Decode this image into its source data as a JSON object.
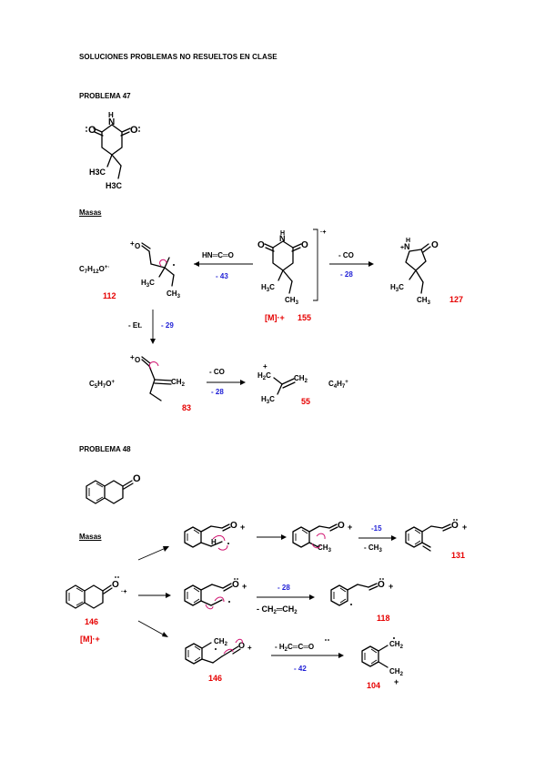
{
  "page": {
    "title": "SOLUCIONES PROBLEMAS NO RESUELTOS EN CLASE"
  },
  "problem47": {
    "title": "PROBLEMA 47",
    "masas_label": "Masas",
    "start": {
      "atom_n": "N",
      "atom_h": "H",
      "o_left": "O",
      "o_right": "O",
      "me1": "H3C",
      "me2": "H3C"
    },
    "molecular_ion": {
      "label": "[M]·+",
      "mass": "155",
      "bracket_charge": "·+"
    },
    "loss_hnco": {
      "reagent": "HN═C═O",
      "delta": "- 43"
    },
    "loss_co_1": {
      "label": "- CO",
      "delta": "- 28"
    },
    "frag_112": {
      "formula": "C7H12O+·",
      "mass": "112"
    },
    "frag_127": {
      "mass": "127"
    },
    "loss_et": {
      "label": "- Et.",
      "delta": "- 29"
    },
    "frag_83": {
      "formula": "C5H7O+",
      "mass": "83"
    },
    "loss_co_2": {
      "label": "- CO",
      "delta": "- 28"
    },
    "frag_55": {
      "formula": "C4H7+",
      "mass": "55"
    }
  },
  "problem48": {
    "title": "PROBLEMA 48",
    "masas_label": "Masas",
    "start_mass": "146",
    "start_ion": "[M]·+",
    "path_top": {
      "label_top": "-15",
      "label_bottom": "- CH3",
      "mass": "131"
    },
    "path_mid": {
      "delta": "- 28",
      "reagent": "- CH2═CH2",
      "mass": "118"
    },
    "path_bot": {
      "reagent": "- H2C═C═O",
      "delta": "- 42",
      "mass_left": "146",
      "mass_right": "104"
    }
  }
}
